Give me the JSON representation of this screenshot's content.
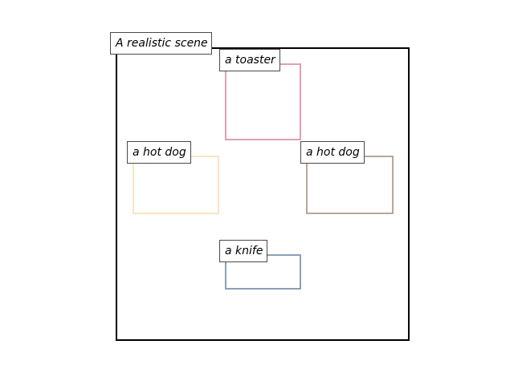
{
  "scene": {
    "caption": "A realistic scene"
  },
  "objects": [
    {
      "label": "a toaster",
      "color": "#e0a0b0"
    },
    {
      "label": "a hot dog",
      "color": "#f7e6c4"
    },
    {
      "label": "a hot dog",
      "color": "#b4a898"
    },
    {
      "label": "a knife",
      "color": "#8aa0b8"
    }
  ]
}
